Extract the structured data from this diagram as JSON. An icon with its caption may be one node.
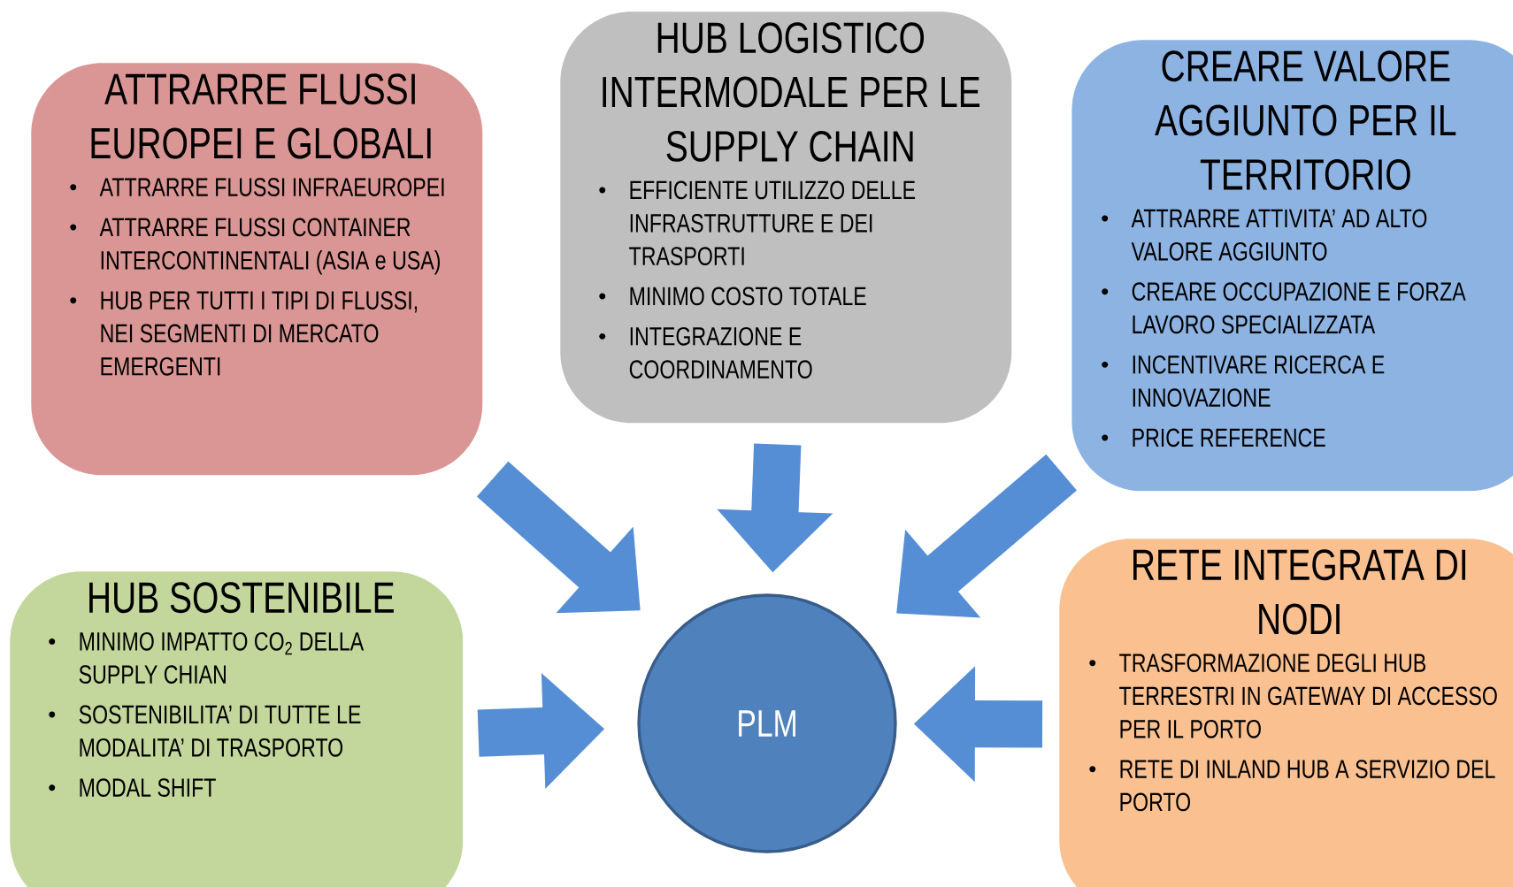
{
  "diagram": {
    "nodes": [
      {
        "text": [
          "ATTRARRE FLUSSI EUROPEI E GLOBALI",
          "ATTRARRE FLUSSI INFRAEUROPEI",
          "ATTRARRE FLUSSI CONTAINER INTERCONTINENTALI (ASIA e USA)",
          "HUB PER TUTTI I TIPI DI FLUSSI, NEI SEGMENTI DI MERCATO EMERGENTI"
        ]
      },
      {
        "text": [
          "HUB LOGISTICO INTERMODALE PER LE SUPPLY CHAIN",
          "EFFICIENTE UTILIZZO DELLE INFRASTRUTTURE E DEI TRASPORTI",
          "MINIMO COSTO TOTALE",
          "INTEGRAZIONE E COORDINAMENTO"
        ]
      },
      {
        "text": [
          "CREARE VALORE AGGIUNTO PER IL TERRITORIO",
          "ATTRARRE ATTIVITA’ AD ALTO VALORE AGGIUNTO",
          "CREARE OCCUPAZIONE E FORZA LAVORO SPECIALIZZATA",
          "INCENTIVARE RICERCA E INNOVAZIONE",
          "PRICE REFERENCE"
        ]
      },
      {
        "text": [
          "HUB SOSTENIBILE",
          "MINIMO IMPATTO CO$_{2}$ DELLA SUPPLY CHIAN",
          "SOSTENIBILITA’ DI TUTTE LE MODALITA’ DI TRASPORTO",
          "MODAL SHIFT"
        ]
      },
      {
        "text": [
          "RETE INTEGRATA DI NODI",
          "TRASFORMAZIONE DEGLI HUB TERRESTRI IN GATEWAY DI ACCESSO PER IL PORTO",
          "RETE DI INLAND HUB A SERVIZIO DEL PORTO"
        ]
      },
      {
        "text": [
          "PLM"
        ]
      }
    ],
    "edges": [
      {
        "from": 0,
        "to": 5,
        "arrow": "to"
      },
      {
        "from": 1,
        "to": 5,
        "arrow": "to"
      },
      {
        "from": 2,
        "to": 5,
        "arrow": "to"
      },
      {
        "from": 3,
        "to": 5,
        "arrow": "to"
      },
      {
        "from": 4,
        "to": 5,
        "arrow": "to"
      }
    ]
  }
}
